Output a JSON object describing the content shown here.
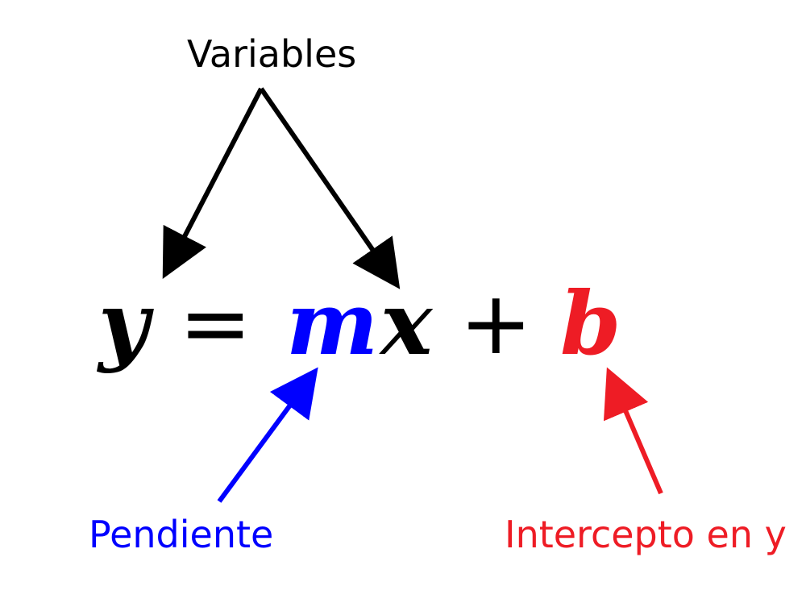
{
  "labels": {
    "variables": "Variables",
    "slope": "Pendiente",
    "intercept": "Intercepto en y"
  },
  "equation": {
    "y": "y",
    "equals": "=",
    "m": "m",
    "x": "x",
    "plus": "+",
    "b": "b"
  },
  "colors": {
    "text": "#000000",
    "slope": "#0000ff",
    "intercept": "#ee1c25",
    "background": "#ffffff"
  }
}
